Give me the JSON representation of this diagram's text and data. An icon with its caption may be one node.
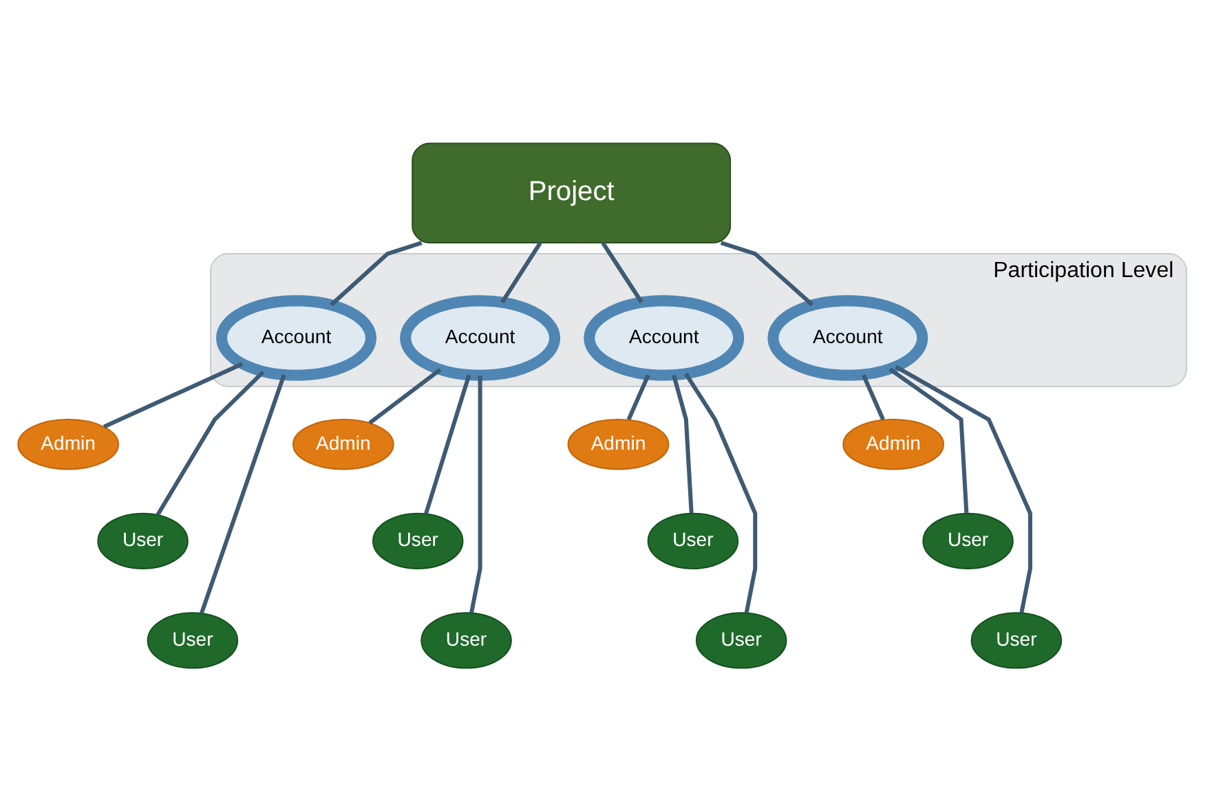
{
  "diagram": {
    "nodes": [
      {
        "text": [
          "Project"
        ]
      },
      {
        "text": [
          "Participation Level"
        ]
      },
      {
        "text": [
          "Account"
        ],
        "in": 1
      },
      {
        "text": [
          "Account"
        ],
        "in": 1
      },
      {
        "text": [
          "Account"
        ],
        "in": 1
      },
      {
        "text": [
          "Account"
        ],
        "in": 1
      },
      {
        "text": [
          "Admin"
        ]
      },
      {
        "text": [
          "User"
        ]
      },
      {
        "text": [
          "User"
        ]
      },
      {
        "text": [
          "Admin"
        ]
      },
      {
        "text": [
          "User"
        ]
      },
      {
        "text": [
          "User"
        ]
      },
      {
        "text": [
          "Admin"
        ]
      },
      {
        "text": [
          "User"
        ]
      },
      {
        "text": [
          "User"
        ]
      },
      {
        "text": [
          "Admin"
        ]
      },
      {
        "text": [
          "User"
        ]
      },
      {
        "text": [
          "User"
        ]
      }
    ],
    "edges": [
      {
        "from": 0,
        "to": 2,
        "arrow": "none"
      },
      {
        "from": 0,
        "to": 3,
        "arrow": "none"
      },
      {
        "from": 0,
        "to": 4,
        "arrow": "none"
      },
      {
        "from": 0,
        "to": 5,
        "arrow": "none"
      },
      {
        "from": 2,
        "to": 6,
        "arrow": "none"
      },
      {
        "from": 2,
        "to": 7,
        "arrow": "none"
      },
      {
        "from": 2,
        "to": 8,
        "arrow": "none"
      },
      {
        "from": 3,
        "to": 9,
        "arrow": "none"
      },
      {
        "from": 3,
        "to": 10,
        "arrow": "none"
      },
      {
        "from": 3,
        "to": 11,
        "arrow": "none"
      },
      {
        "from": 4,
        "to": 12,
        "arrow": "none"
      },
      {
        "from": 4,
        "to": 13,
        "arrow": "none"
      },
      {
        "from": 4,
        "to": 14,
        "arrow": "none"
      },
      {
        "from": 5,
        "to": 15,
        "arrow": "none"
      },
      {
        "from": 5,
        "to": 16,
        "arrow": "none"
      },
      {
        "from": 5,
        "to": 17,
        "arrow": "none"
      }
    ]
  }
}
